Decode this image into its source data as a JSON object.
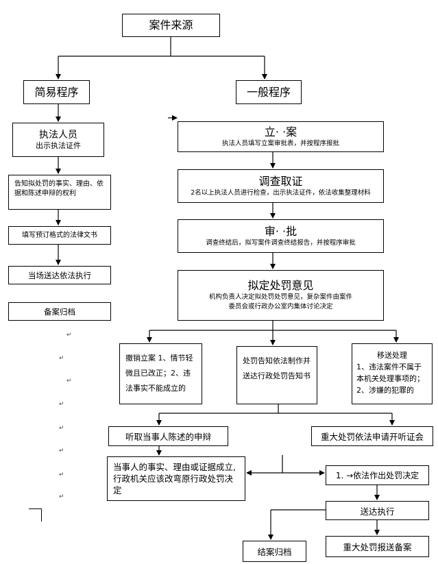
{
  "source": {
    "title": "案件来源"
  },
  "simple": {
    "title": "简易程序",
    "s1_title": "执法人员",
    "s1_sub": "出示执法证件",
    "s2": "告知拟处罚的事实、理由、依据和陈述申辩的权利",
    "s3": "填写预订格式的法律文书",
    "s4": "当场送达依法执行",
    "s5": "备案归档"
  },
  "general": {
    "title": "一般程序",
    "g1_title": "立· ·案",
    "g1_sub": "执法人员填写立案审批表，并按程序报批",
    "g2_title": "调查取证",
    "g2_sub": "2名以上执法人员进行检查，出示执法证件，依法收集整理材料",
    "g3_title": "审· ·批",
    "g3_sub": "调查终结后，拟写案件调查终结报告，并按程序审批",
    "g4_title": "拟定处罚意见",
    "g4_sub1": "机构负责人决定拟处罚处罚意见，复杂案件由案件",
    "g4_sub2": "委员会或行政办公室内集体讨论决定"
  },
  "branches": {
    "b1": "撤销立案 1、情节轻微且已改正；2、违法事实不能成立的",
    "b2": "处罚告知依法制作并送达行政处罚告知书",
    "b3_title": "移送处理",
    "b3_body": "1、违法案件不属于本机关处理事项的；2、涉嫌的犯罪的"
  },
  "hearing": {
    "left": "听取当事人陈述的申辩",
    "right": "重大处罚依法申请开听证会"
  },
  "decision": {
    "left": "当事人的事实、理由或证据成立,行政机关应该改弯原行政处罚决定",
    "right": "1. →依法作出处罚决定"
  },
  "execution": {
    "deliver": "送达执行",
    "archive": "结案归档",
    "report": "重大处罚报送备案"
  },
  "marks": {
    "return": "↵"
  }
}
